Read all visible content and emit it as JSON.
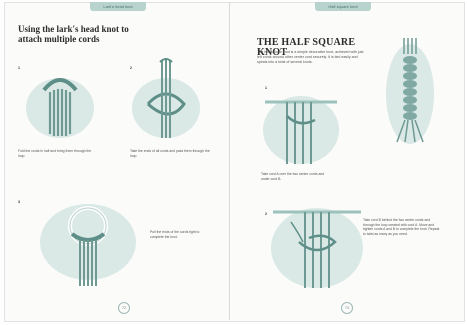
{
  "left_page": {
    "header": "Lark's head knot",
    "title": "Using the lark's head knot to attach multiple cords",
    "steps": [
      {
        "number": "1",
        "caption": "Fold the cords in half and bring them through the loop."
      },
      {
        "number": "2",
        "caption": "Take the ends of all cords and pass them through the loop."
      },
      {
        "number": "3",
        "caption": "Pull the ends of the cords tight to complete the knot."
      }
    ],
    "page_number": "72"
  },
  "right_page": {
    "header": "Half square knot",
    "title": "THE HALF SQUARE KNOT",
    "intro": "The half square knot is a simple decorative knot, achieved with just left cords around other center cord securely. It is tied easily and spirals into a twist of several knots.",
    "steps": [
      {
        "number": "1",
        "caption": "Take cord A over the two center cords and under cord B."
      },
      {
        "number": "2",
        "caption": "Take cord B behind the two center cords and through the loop created with cord A. Move and tighten cords A and B to complete the knot. Repeat to twist as many as you need."
      }
    ],
    "page_number": "73"
  },
  "colors": {
    "teal_light": "#cfe3df",
    "teal_mid": "#9cc2bc",
    "teal_dark": "#5d8e87",
    "header_tab": "#b8d3ce"
  }
}
